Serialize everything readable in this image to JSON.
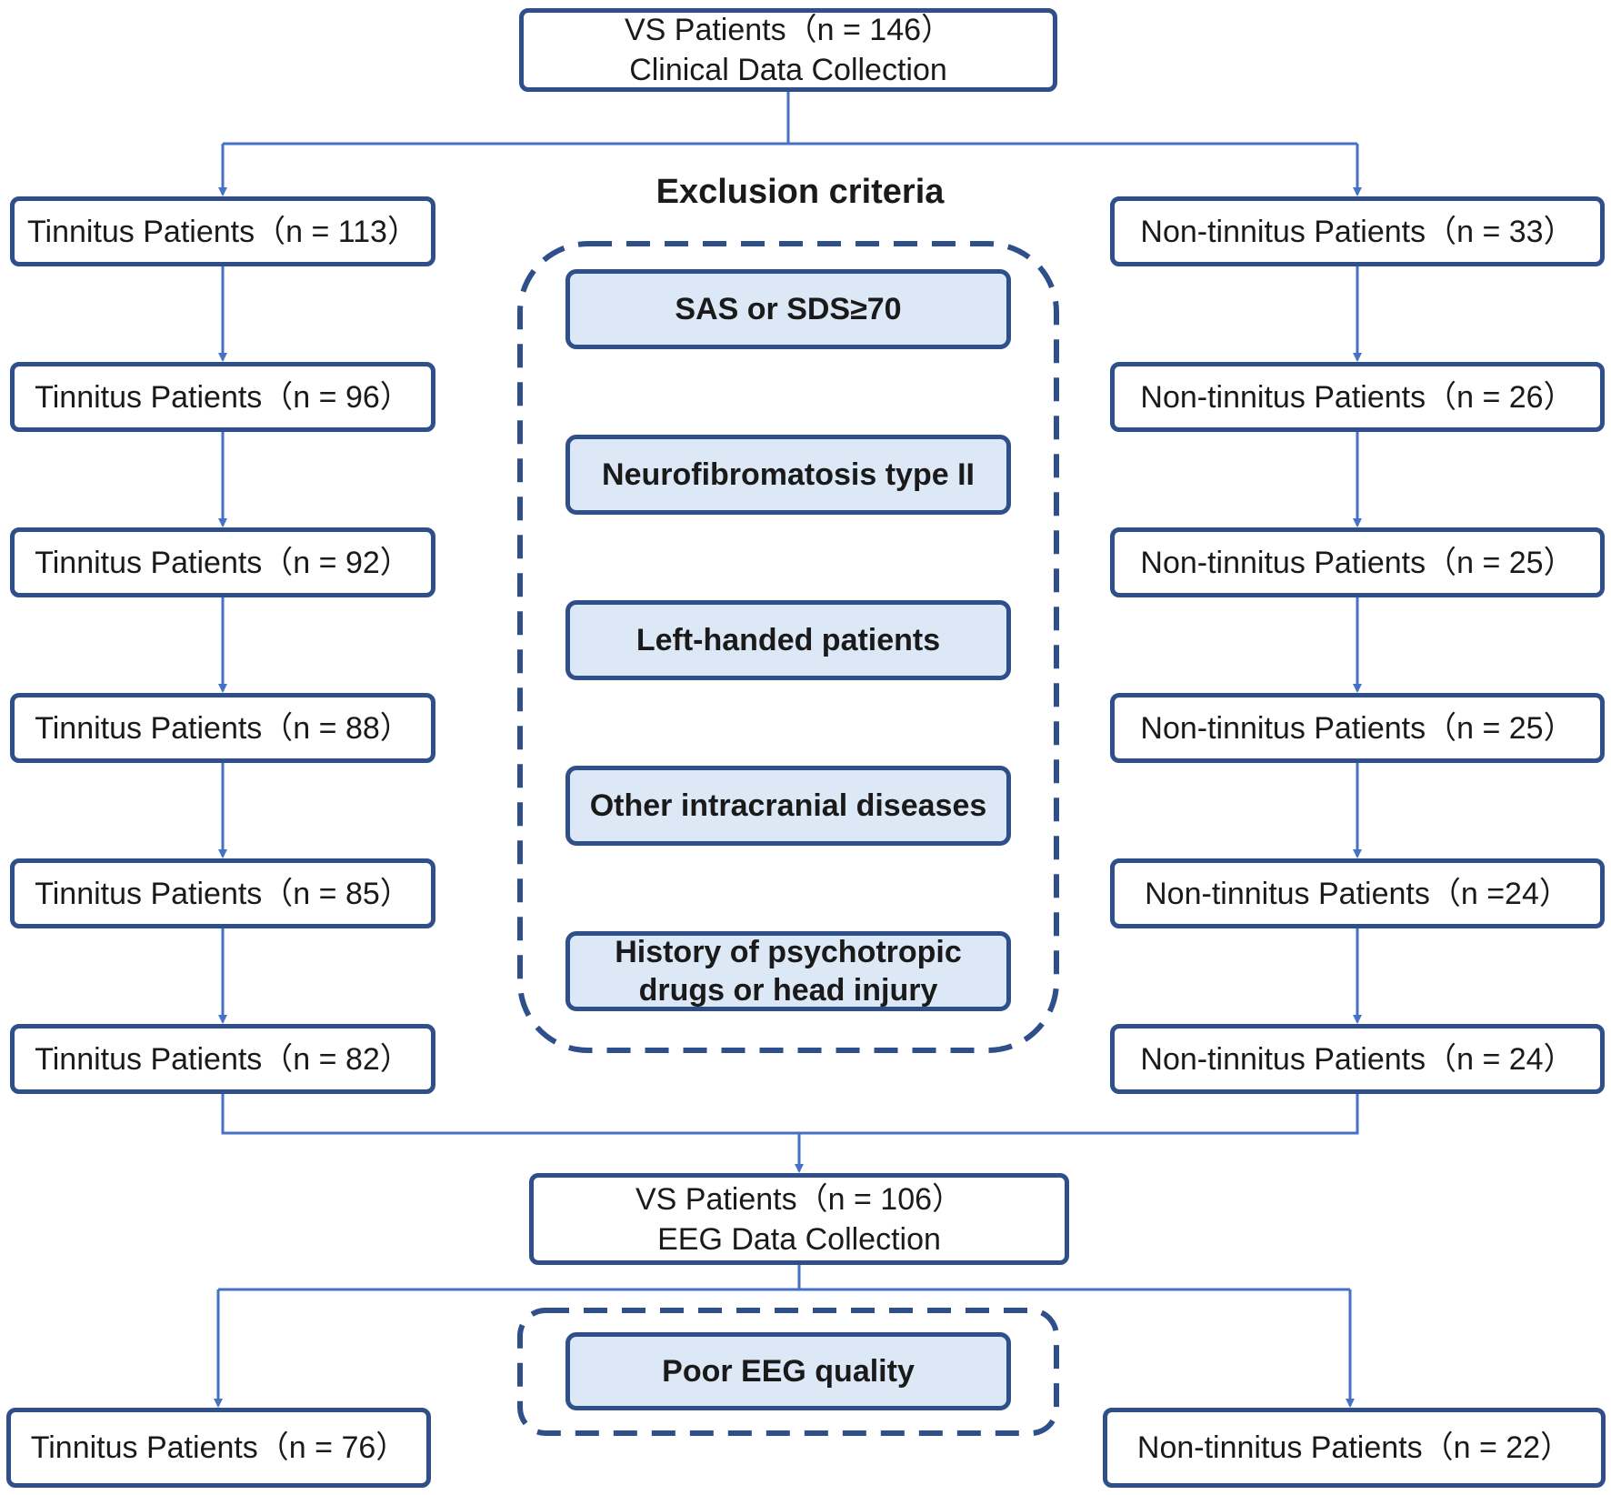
{
  "top": {
    "line1": "VS Patients（n = 146）",
    "line2": "Clinical Data Collection"
  },
  "exclusion_title": "Exclusion criteria",
  "criteria": [
    "SAS or SDS≥70",
    "Neurofibromatosis type II",
    "Left-handed patients",
    "Other intracranial diseases",
    "History of psychotropic drugs or head injury"
  ],
  "criteria_5_line1": "History of psychotropic",
  "criteria_5_line2": "drugs or head injury",
  "tinnitus": [
    "Tinnitus Patients（n = 113）",
    "Tinnitus Patients（n = 96）",
    "Tinnitus Patients（n = 92）",
    "Tinnitus Patients（n = 88）",
    "Tinnitus Patients（n = 85）",
    "Tinnitus Patients（n = 82）"
  ],
  "non_tinnitus": [
    "Non-tinnitus Patients（n = 33）",
    "Non-tinnitus Patients（n = 26）",
    "Non-tinnitus Patients（n = 25）",
    "Non-tinnitus Patients（n = 25）",
    "Non-tinnitus Patients（n =24）",
    "Non-tinnitus Patients（n = 24）"
  ],
  "eeg": {
    "line1": "VS Patients（n = 106）",
    "line2": "EEG Data Collection"
  },
  "eeg_exclusion": "Poor EEG quality",
  "final_tinnitus": "Tinnitus Patients（n = 76）",
  "final_non_tinnitus": "Non-tinnitus Patients（n = 22）",
  "colors": {
    "border": "#2e4f8a",
    "line": "#4472c4",
    "criteria_fill": "#dce8f5"
  }
}
